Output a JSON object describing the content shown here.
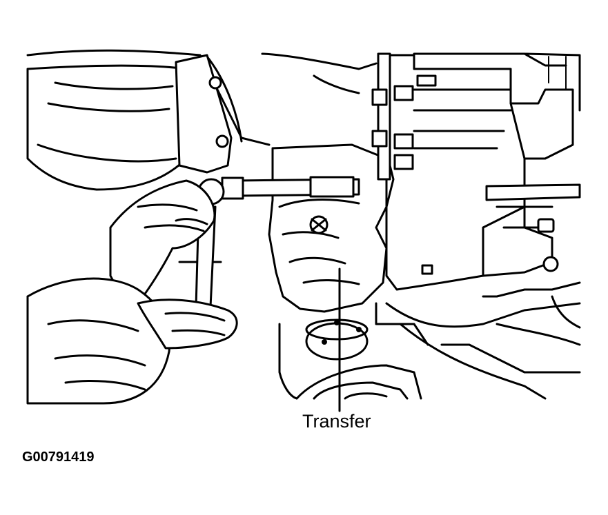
{
  "diagram": {
    "callout_label": "Transfer",
    "figure_id": "G00791419"
  },
  "icons": {
    "illustration": "mechanic-removing-transfer-bolts-illustration",
    "leader": "callout-leader-line"
  }
}
